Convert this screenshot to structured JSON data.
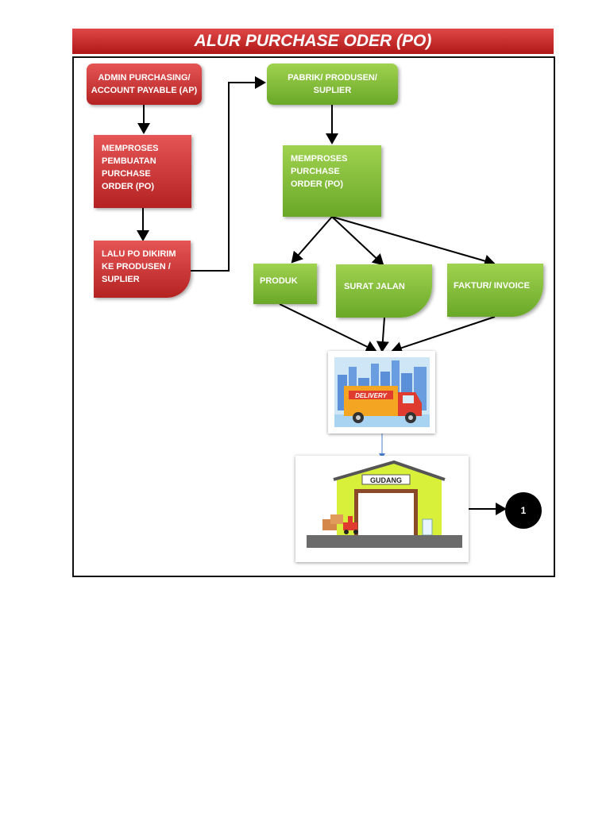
{
  "title": "ALUR PURCHASE ODER (PO)",
  "nodes": {
    "admin": "ADMIN PURCHASING/ ACCOUNT PAYABLE (AP)",
    "proses_pembuatan": "MEMPROSES PEMBUATAN PURCHASE ORDER (PO)",
    "kirim": "LALU PO DIKIRIM KE PRODUSEN / SUPLIER",
    "pabrik": "PABRIK/ PRODUSEN/ SUPLIER",
    "proses_po": "MEMPROSES PURCHASE ORDER (PO)",
    "produk": "PRODUK",
    "surat_jalan": "SURAT JALAN",
    "faktur": "FAKTUR/ INVOICE",
    "connector": "1"
  },
  "illustrations": {
    "truck_label": "DELIVERY",
    "warehouse_label": "GUDANG"
  },
  "colors": {
    "red_box": "#c62f2f",
    "green_box": "#82bd3a",
    "title_bar": "#c62828"
  }
}
